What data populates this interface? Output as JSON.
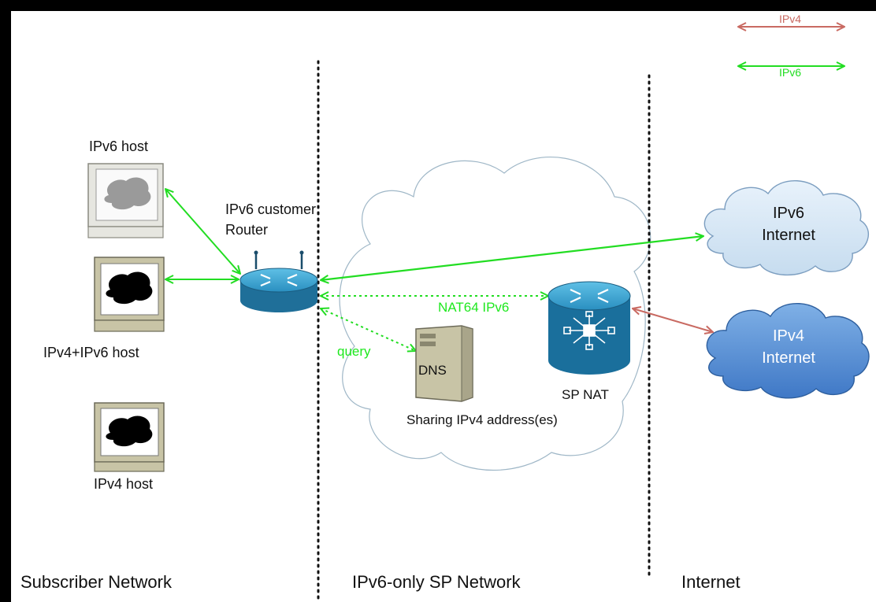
{
  "legend": {
    "ipv4": "IPv4",
    "ipv6": "IPv6",
    "ipv4_color": "#c96a62",
    "ipv6_color": "#22dd22"
  },
  "hosts": {
    "ipv6_host": "IPv6 host",
    "dual_host": "IPv4+IPv6 host",
    "ipv4_host": "IPv4 host"
  },
  "router": {
    "line1": "IPv6 customer",
    "line2": "Router"
  },
  "labels": {
    "nat64": "NAT64 IPv6",
    "query": "query",
    "dns": "DNS",
    "sp_nat": "SP NAT",
    "sharing": "Sharing IPv4 address(es)"
  },
  "clouds": {
    "ipv6_line1": "IPv6",
    "ipv6_line2": "Internet",
    "ipv4_line1": "IPv4",
    "ipv4_line2": "Internet"
  },
  "zones": {
    "subscriber": "Subscriber Network",
    "sp": "IPv6-only SP Network",
    "internet": "Internet"
  }
}
